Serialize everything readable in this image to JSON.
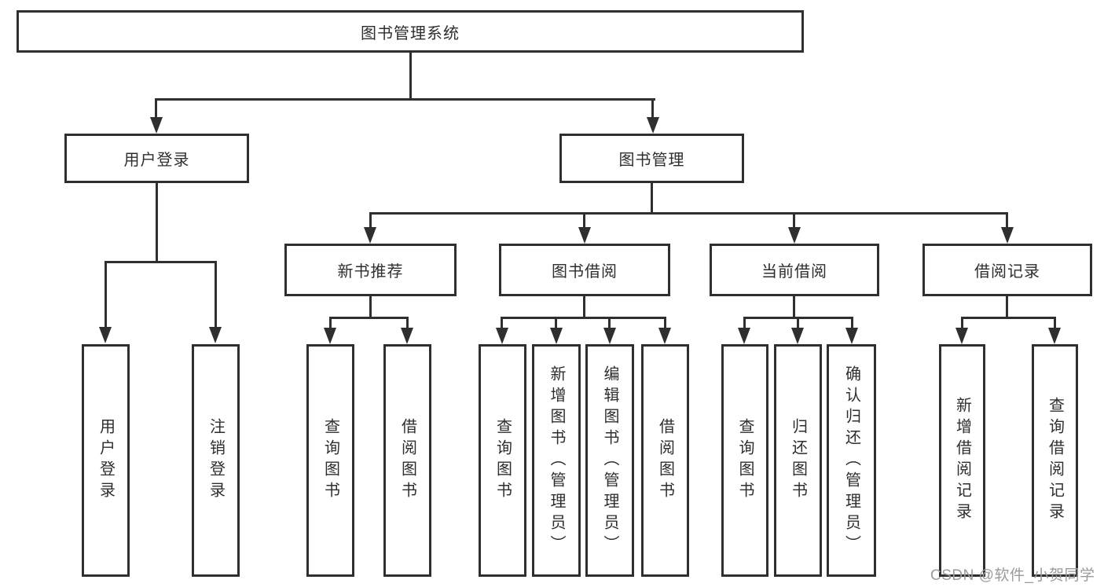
{
  "diagram": {
    "title": "图书管理系统",
    "root": {
      "label": "图书管理系统"
    },
    "level1": [
      {
        "label": "用户登录"
      },
      {
        "label": "图书管理"
      }
    ],
    "level2": [
      {
        "label": "新书推荐",
        "parent": "图书管理"
      },
      {
        "label": "图书借阅",
        "parent": "图书管理"
      },
      {
        "label": "当前借阅",
        "parent": "图书管理"
      },
      {
        "label": "借阅记录",
        "parent": "图书管理"
      }
    ],
    "leaves": [
      {
        "label": "用户登录",
        "parent": "用户登录"
      },
      {
        "label": "注销登录",
        "parent": "用户登录"
      },
      {
        "label": "查询图书",
        "parent": "新书推荐"
      },
      {
        "label": "借阅图书",
        "parent": "新书推荐"
      },
      {
        "label": "查询图书",
        "parent": "图书借阅"
      },
      {
        "label": "新增图书（管理员）",
        "parent": "图书借阅"
      },
      {
        "label": "编辑图书（管理员）",
        "parent": "图书借阅"
      },
      {
        "label": "借阅图书",
        "parent": "图书借阅"
      },
      {
        "label": "查询图书",
        "parent": "当前借阅"
      },
      {
        "label": "归还图书",
        "parent": "当前借阅"
      },
      {
        "label": "确认归还（管理员）",
        "parent": "当前借阅"
      },
      {
        "label": "新增借阅记录",
        "parent": "借阅记录"
      },
      {
        "label": "查询借阅记录",
        "parent": "借阅记录"
      }
    ],
    "watermark": "CSDN @软件_小贺同学",
    "colors": {
      "line": "#2f2f2f",
      "text": "#2e2e2e",
      "background": "#ffffff",
      "watermark": "#9b9b9b"
    }
  }
}
